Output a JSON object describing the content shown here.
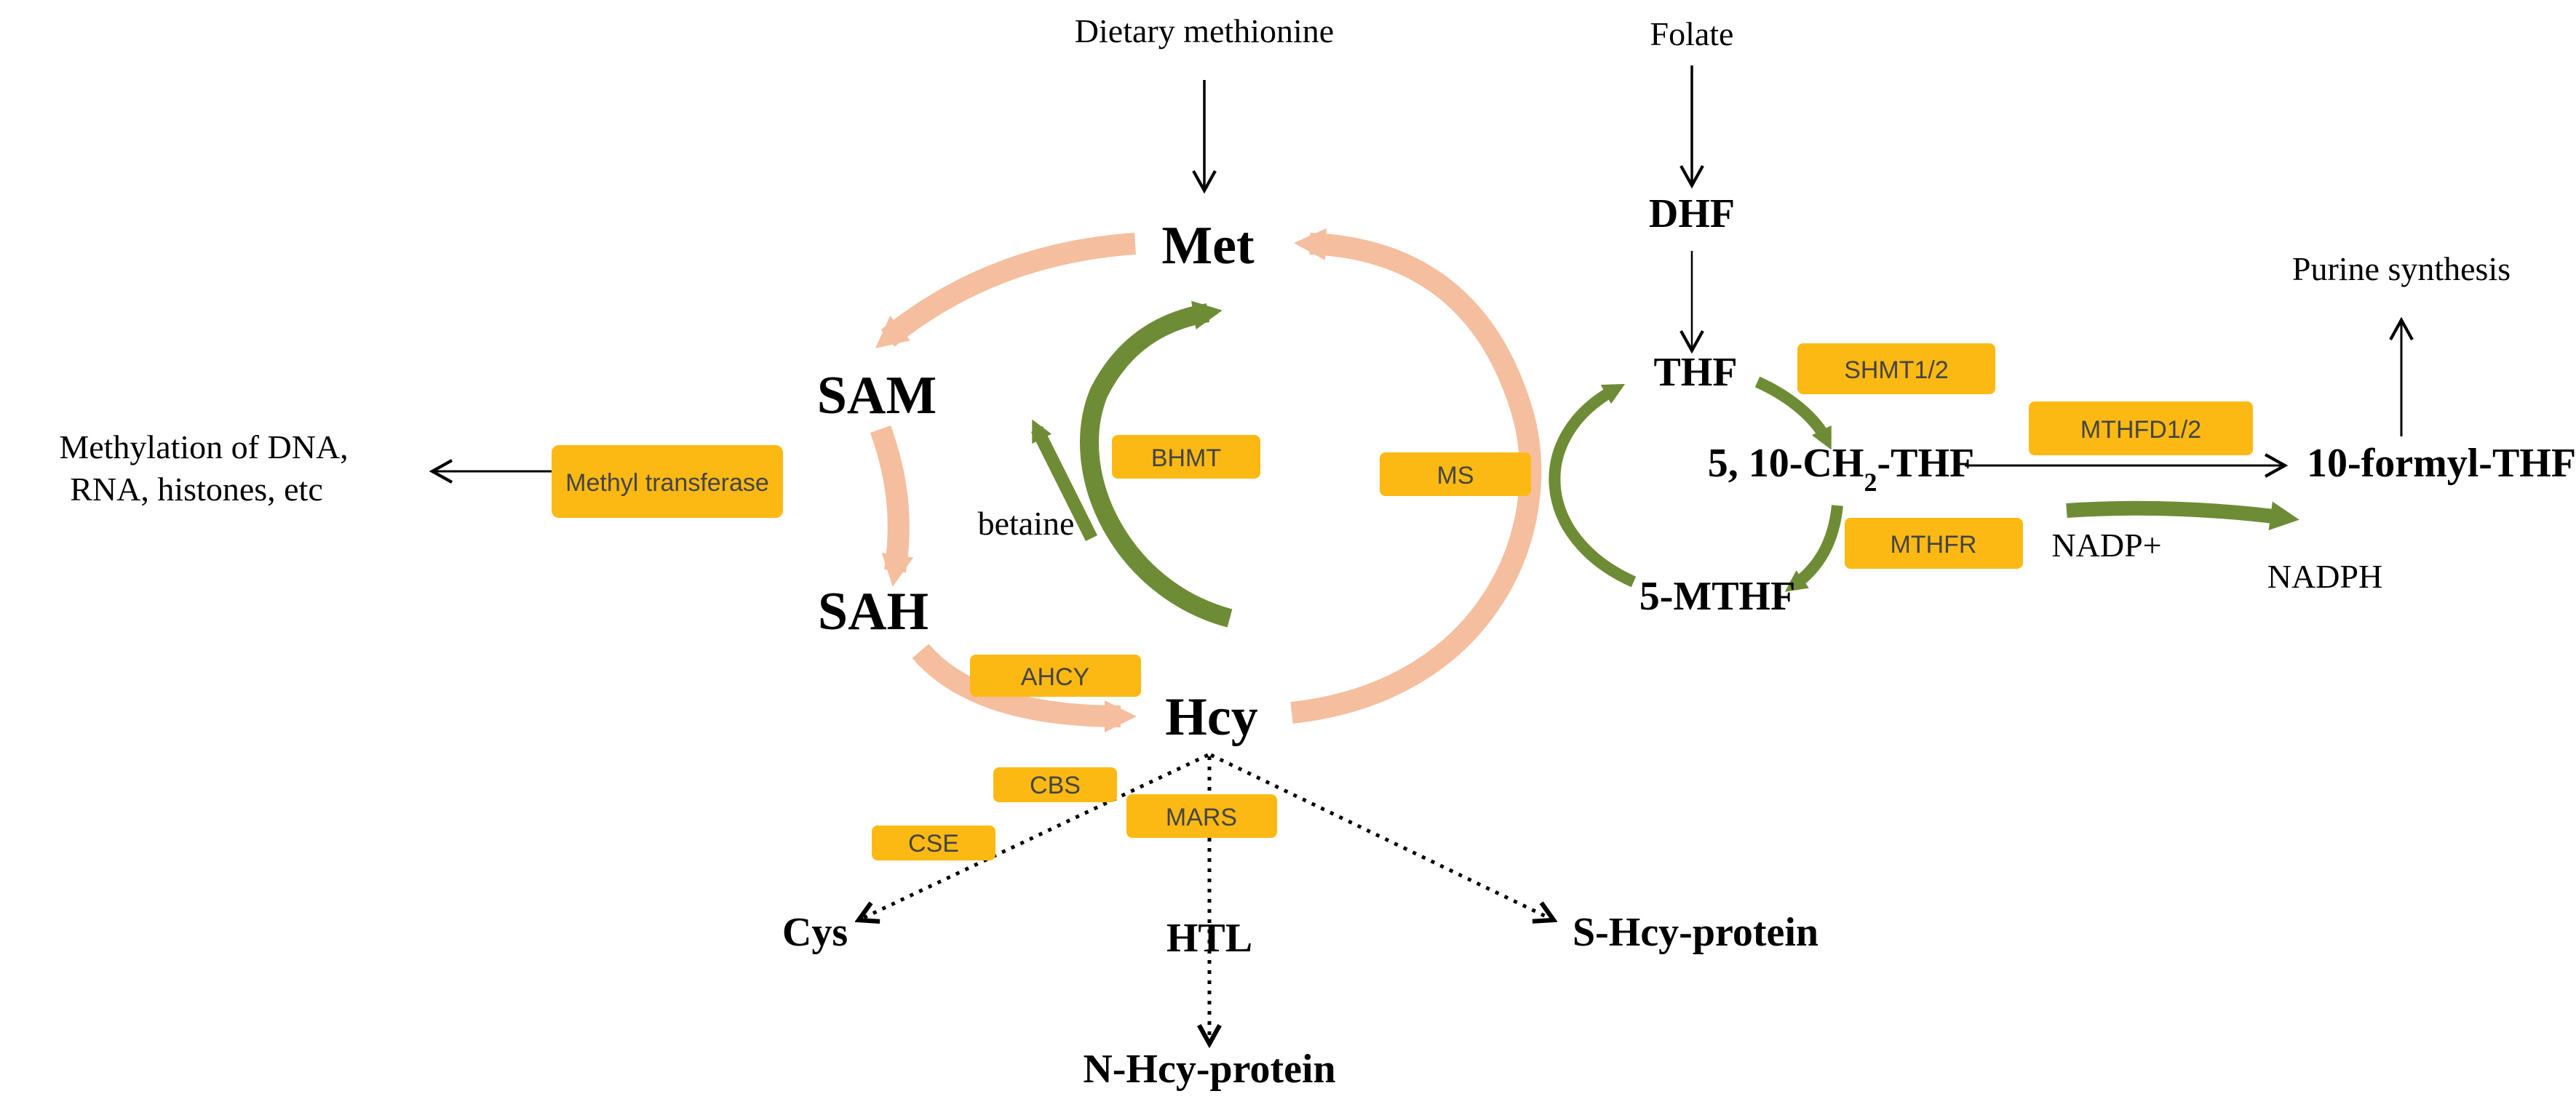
{
  "inputs": {
    "dietary_methionine": "Dietary methionine",
    "folate": "Folate"
  },
  "methionine_cycle": {
    "met": "Met",
    "sam": "SAM",
    "sah": "SAH",
    "hcy": "Hcy",
    "betaine": "betaine"
  },
  "methylation_target": {
    "line1": "Methylation of DNA,",
    "line2": "RNA, histones, etc"
  },
  "folate_cycle": {
    "dhf": "DHF",
    "thf": "THF",
    "ch2_thf": {
      "prefix": "5, 10-CH",
      "sub": "2",
      "suffix": "-THF"
    },
    "mthf": "5-MTHF",
    "formyl_thf": "10-formyl-THF",
    "purine_synthesis": "Purine synthesis",
    "nadp_plus": "NADP+",
    "nadph": "NADPH"
  },
  "products": {
    "cys": "Cys",
    "htl": "HTL",
    "s_hcy_protein": "S-Hcy-protein",
    "n_hcy_protein": "N-Hcy-protein"
  },
  "enzymes": {
    "methyl_transferase": "Methyl transferase",
    "ahcy": "AHCY",
    "bhmt": "BHMT",
    "ms": "MS",
    "shmt": "SHMT1/2",
    "mthfd": "MTHFD1/2",
    "mthfr": "MTHFR",
    "cbs": "CBS",
    "cse": "CSE",
    "mars": "MARS"
  },
  "colors": {
    "salmon_arrow": "#F5BE9E",
    "green_arrow": "#6E8C35",
    "enzyme_box": "#FDB913",
    "text": "#000000"
  }
}
